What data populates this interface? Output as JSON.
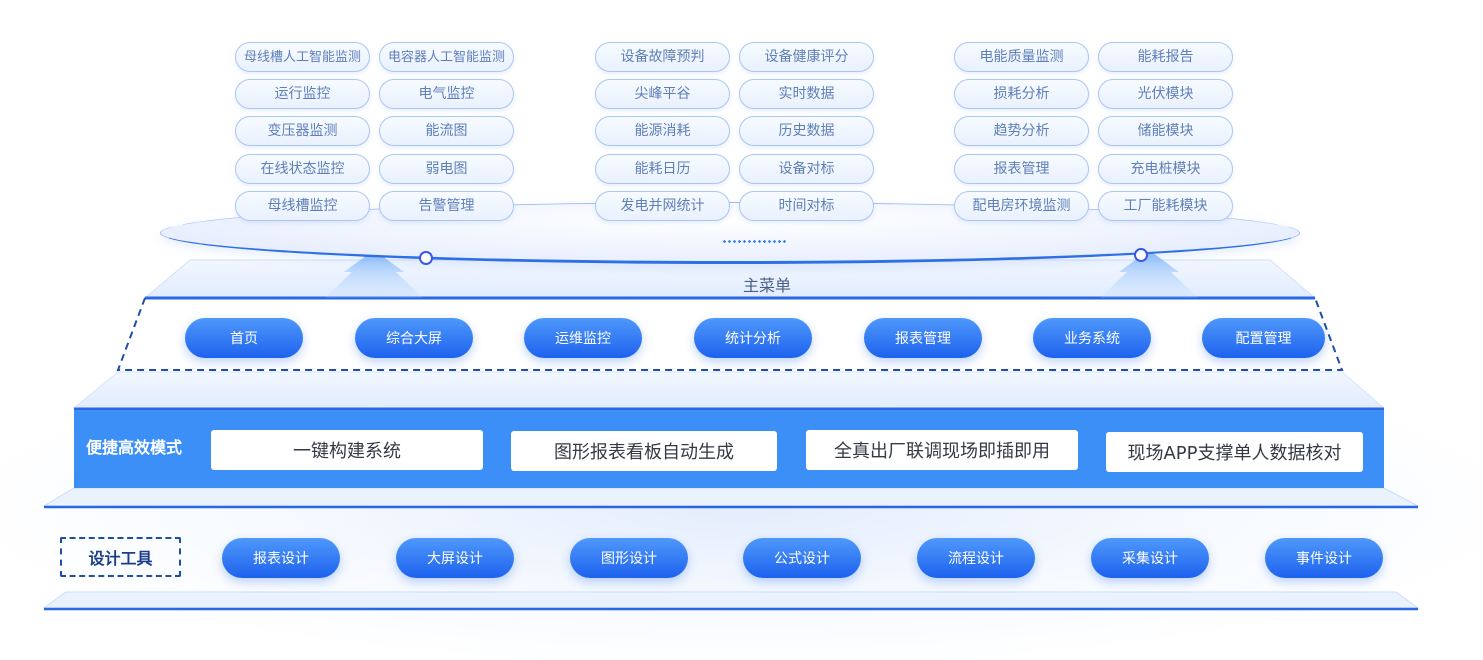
{
  "modules": {
    "group1": [
      [
        "母线槽人工智能监测",
        "电容器人工智能监测"
      ],
      [
        "运行监控",
        "电气监控"
      ],
      [
        "变压器监测",
        "能流图"
      ],
      [
        "在线状态监控",
        "弱电图"
      ],
      [
        "母线槽监控",
        "告警管理"
      ]
    ],
    "group2": [
      [
        "设备故障预判",
        "设备健康评分"
      ],
      [
        "尖峰平谷",
        "实时数据"
      ],
      [
        "能源消耗",
        "历史数据"
      ],
      [
        "能耗日历",
        "设备对标"
      ],
      [
        "发电并网统计",
        "时间对标"
      ]
    ],
    "group3": [
      [
        "电能质量监测",
        "能耗报告"
      ],
      [
        "损耗分析",
        "光伏模块"
      ],
      [
        "趋势分析",
        "储能模块"
      ],
      [
        "报表管理",
        "充电桩模块"
      ],
      [
        "配电房环境监测",
        "工厂能耗模块"
      ]
    ]
  },
  "main_menu": {
    "title": "主菜单",
    "items": [
      "首页",
      "综合大屏",
      "运维监控",
      "统计分析",
      "报表管理",
      "业务系统",
      "配置管理"
    ]
  },
  "efficient_mode": {
    "title": "便捷高效模式",
    "items": [
      "一键构建系统",
      "图形报表看板自动生成",
      "全真出厂联调现场即插即用",
      "现场APP支撑单人数据核对"
    ]
  },
  "design_tools": {
    "title": "设计工具",
    "items": [
      "报表设计",
      "大屏设计",
      "图形设计",
      "公式设计",
      "流程设计",
      "采集设计",
      "事件设计"
    ]
  },
  "colors": {
    "primary_blue": "#1d62ee",
    "band_blue": "#3b8ff6",
    "pill_border": "#a9c6f4",
    "pill_text": "#5f7fb8"
  }
}
